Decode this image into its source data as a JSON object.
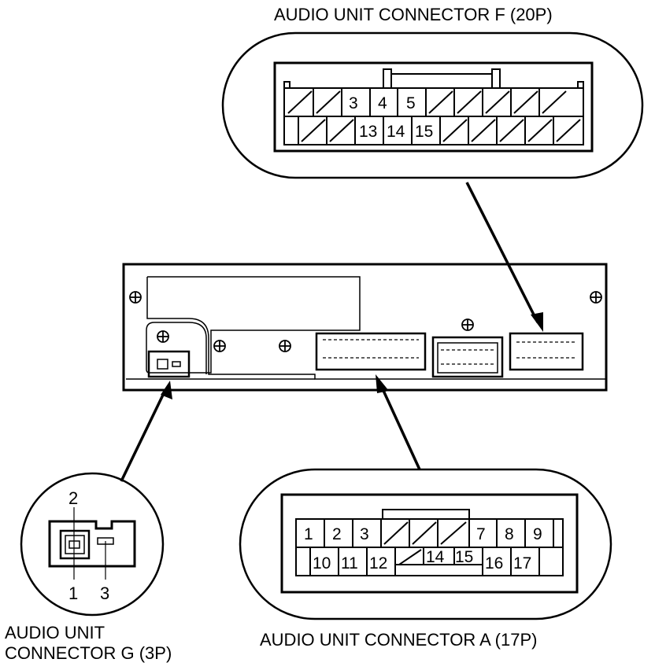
{
  "connector_f": {
    "title": "AUDIO UNIT CONNECTOR F (20P)",
    "row1": [
      "3",
      "4",
      "5"
    ],
    "row2": [
      "13",
      "14",
      "15"
    ]
  },
  "connector_a": {
    "title": "AUDIO UNIT CONNECTOR A (17P)",
    "row1": [
      "1",
      "2",
      "3",
      "7",
      "8",
      "9"
    ],
    "row2": [
      "10",
      "11",
      "12",
      "14",
      "15",
      "16",
      "17"
    ]
  },
  "connector_g": {
    "title_line1": "AUDIO UNIT",
    "title_line2": "CONNECTOR G (3P)",
    "pins": [
      "2",
      "1",
      "3"
    ]
  },
  "colors": {
    "line": "#000000",
    "background": "#ffffff"
  }
}
